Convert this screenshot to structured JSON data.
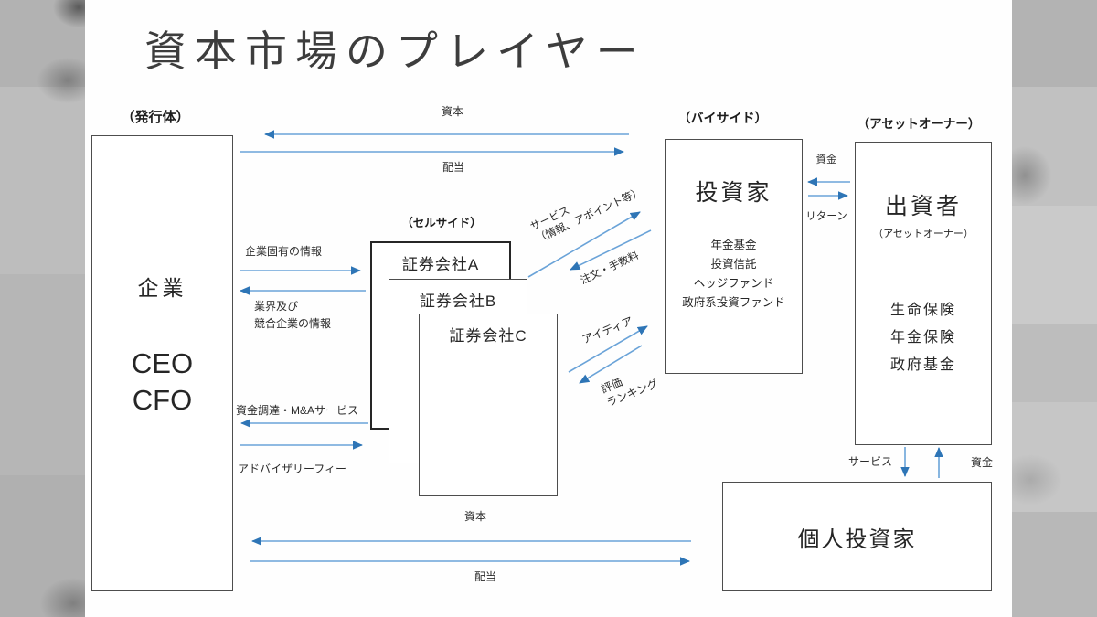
{
  "title": "資本市場のプレイヤー",
  "section_labels": {
    "issuer": "（発行体）",
    "sellside": "（セルサイド）",
    "buyside": "（バイサイド）",
    "asset_owner": "（アセットオーナー）"
  },
  "boxes": {
    "company": {
      "title": "企業",
      "roles": [
        "CEO",
        "CFO"
      ]
    },
    "brokers": [
      "証券会社A",
      "証券会社B",
      "証券会社C"
    ],
    "investor": {
      "title": "投資家",
      "members": "年金基金\n投資信託\nヘッジファンド\n政府系投資ファンド"
    },
    "funder": {
      "title": "出資者",
      "subtitle": "（アセットオーナー）",
      "members": "生命保険\n年金保険\n政府基金"
    },
    "individual": {
      "title": "個人投資家"
    }
  },
  "flows": {
    "capital_top": "資本",
    "dividend_top": "配当",
    "company_info": "企業固有の情報",
    "industry_info": "業界及び\n競合企業の情報",
    "funding_ma": "資金調達・M&Aサービス",
    "advisory_fee": "アドバイザリーフィー",
    "service_info": "サービス\n（情報、アポイント等）",
    "order_fee": "注文・手数料",
    "idea": "アイディア",
    "evaluation": "評価\nランキング",
    "funds": "資金",
    "return": "リターン",
    "service": "サービス",
    "funds_up": "資金",
    "capital_bottom": "資本",
    "dividend_bottom": "配当"
  },
  "colors": {
    "arrow_head": "#2e75b6",
    "arrow_line": "#6aa3d8",
    "box_border": "#4d4d4d",
    "background": "#b9b9b9",
    "slide": "#fefefe"
  }
}
